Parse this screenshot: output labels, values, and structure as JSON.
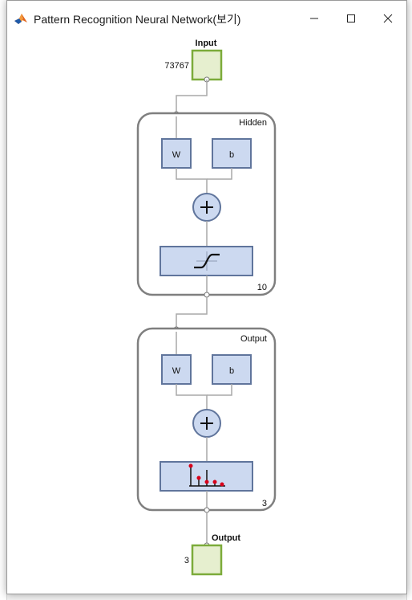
{
  "window": {
    "title": "Pattern Recognition Neural Network(보기)",
    "app_icon": "matlab-icon"
  },
  "controls": {
    "minimize_icon": "minimize-icon",
    "maximize_icon": "maximize-icon",
    "close_icon": "close-icon"
  },
  "network": {
    "input": {
      "label": "Input",
      "size": "73767"
    },
    "hidden": {
      "label": "Hidden",
      "weight_label": "W",
      "bias_label": "b",
      "size": "10",
      "transfer_icon": "tansig-icon"
    },
    "output_layer": {
      "label": "Output",
      "weight_label": "W",
      "bias_label": "b",
      "size": "3",
      "transfer_icon": "softmax-icon"
    },
    "output": {
      "label": "Output",
      "size": "3"
    }
  },
  "colors": {
    "io_fill": "#e6efcf",
    "io_border": "#7cab3a",
    "block_fill": "#ccd9f0",
    "block_border": "#60759c",
    "layer_border": "#7f7f7f",
    "wire": "#a9a9a9",
    "softmax_marker": "#d8001a"
  }
}
